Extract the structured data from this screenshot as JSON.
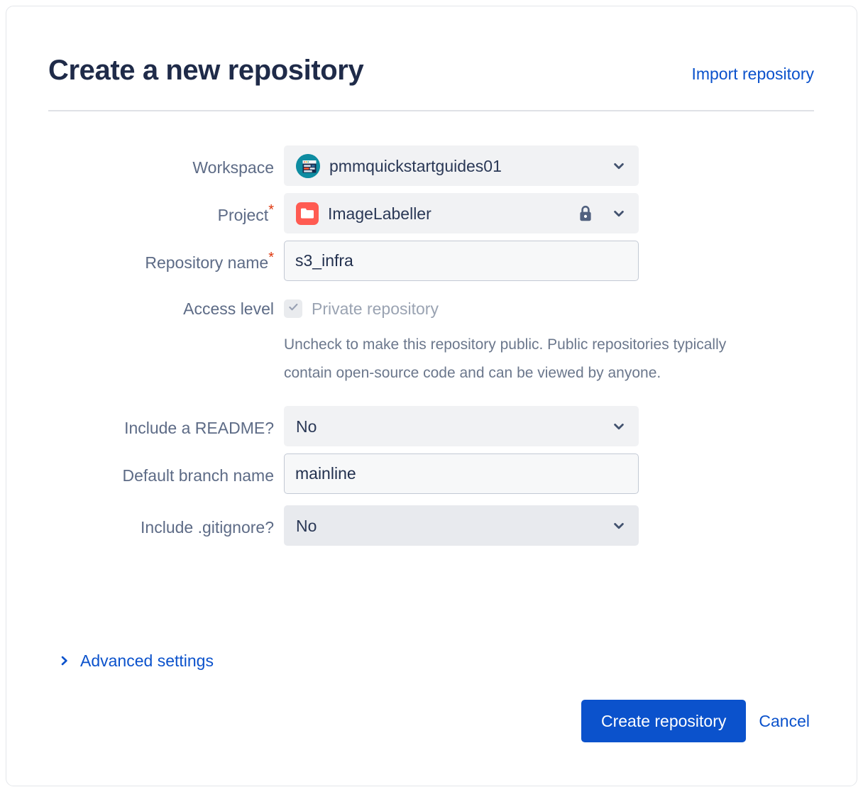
{
  "header": {
    "title": "Create a new repository",
    "import_label": "Import repository"
  },
  "form": {
    "workspace": {
      "label": "Workspace",
      "value": "pmmquickstartguides01",
      "avatar_icon": "workspace-avatar-icon",
      "chevron_icon": "chevron-down-icon"
    },
    "project": {
      "label": "Project",
      "required_mark": "*",
      "value": "ImageLabeller",
      "avatar_icon": "project-folder-icon",
      "lock_icon": "lock-icon",
      "chevron_icon": "chevron-down-icon"
    },
    "repository_name": {
      "label": "Repository name",
      "required_mark": "*",
      "value": "s3_infra",
      "placeholder": ""
    },
    "access_level": {
      "label": "Access level",
      "checkbox_label": "Private repository",
      "checked": true,
      "check_icon": "checkmark-icon",
      "help_text": "Uncheck to make this repository public. Public repositories typically contain open-source code and can be viewed by anyone."
    },
    "include_readme": {
      "label": "Include a README?",
      "value": "No",
      "chevron_icon": "chevron-down-icon"
    },
    "default_branch": {
      "label": "Default branch name",
      "value": "mainline",
      "placeholder": ""
    },
    "include_gitignore": {
      "label": "Include .gitignore?",
      "value": "No",
      "chevron_icon": "chevron-down-icon"
    },
    "advanced_settings": {
      "label": "Advanced settings",
      "chevron_icon": "chevron-right-icon"
    }
  },
  "actions": {
    "submit_label": "Create repository",
    "cancel_label": "Cancel"
  },
  "colors": {
    "link": "#0b52cc",
    "primary_button": "#0b52cc",
    "title": "#1f2b49",
    "label": "#5d6b86",
    "required": "#de350b",
    "field_bg": "#f1f2f4",
    "project_avatar": "#ff5b52",
    "workspace_avatar": "#0e8ca1",
    "card_border": "#e4e6ea"
  }
}
